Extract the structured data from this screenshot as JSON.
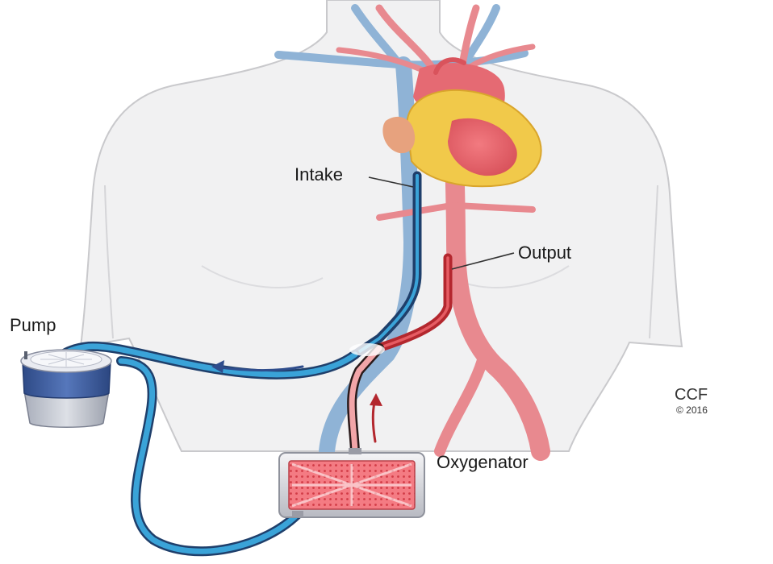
{
  "labels": {
    "intake": "Intake",
    "output": "Output",
    "pump": "Pump",
    "oxygenator": "Oxygenator"
  },
  "credit": {
    "org": "CCF",
    "year": "© 2016"
  },
  "colors": {
    "body_fill": "#f1f1f2",
    "body_outline": "#c9c9cc",
    "vein": "#8fb3d6",
    "artery": "#e8898f",
    "heart_yellow": "#f1c94a",
    "tube_blue": "#3aa3d8",
    "tube_dark": "#1f3f6b",
    "tube_red": "#b3272e",
    "tube_pink": "#f2a5a8",
    "pump_blue": "#3c5d9c",
    "oxygenator_mesh": "#e8505a"
  }
}
